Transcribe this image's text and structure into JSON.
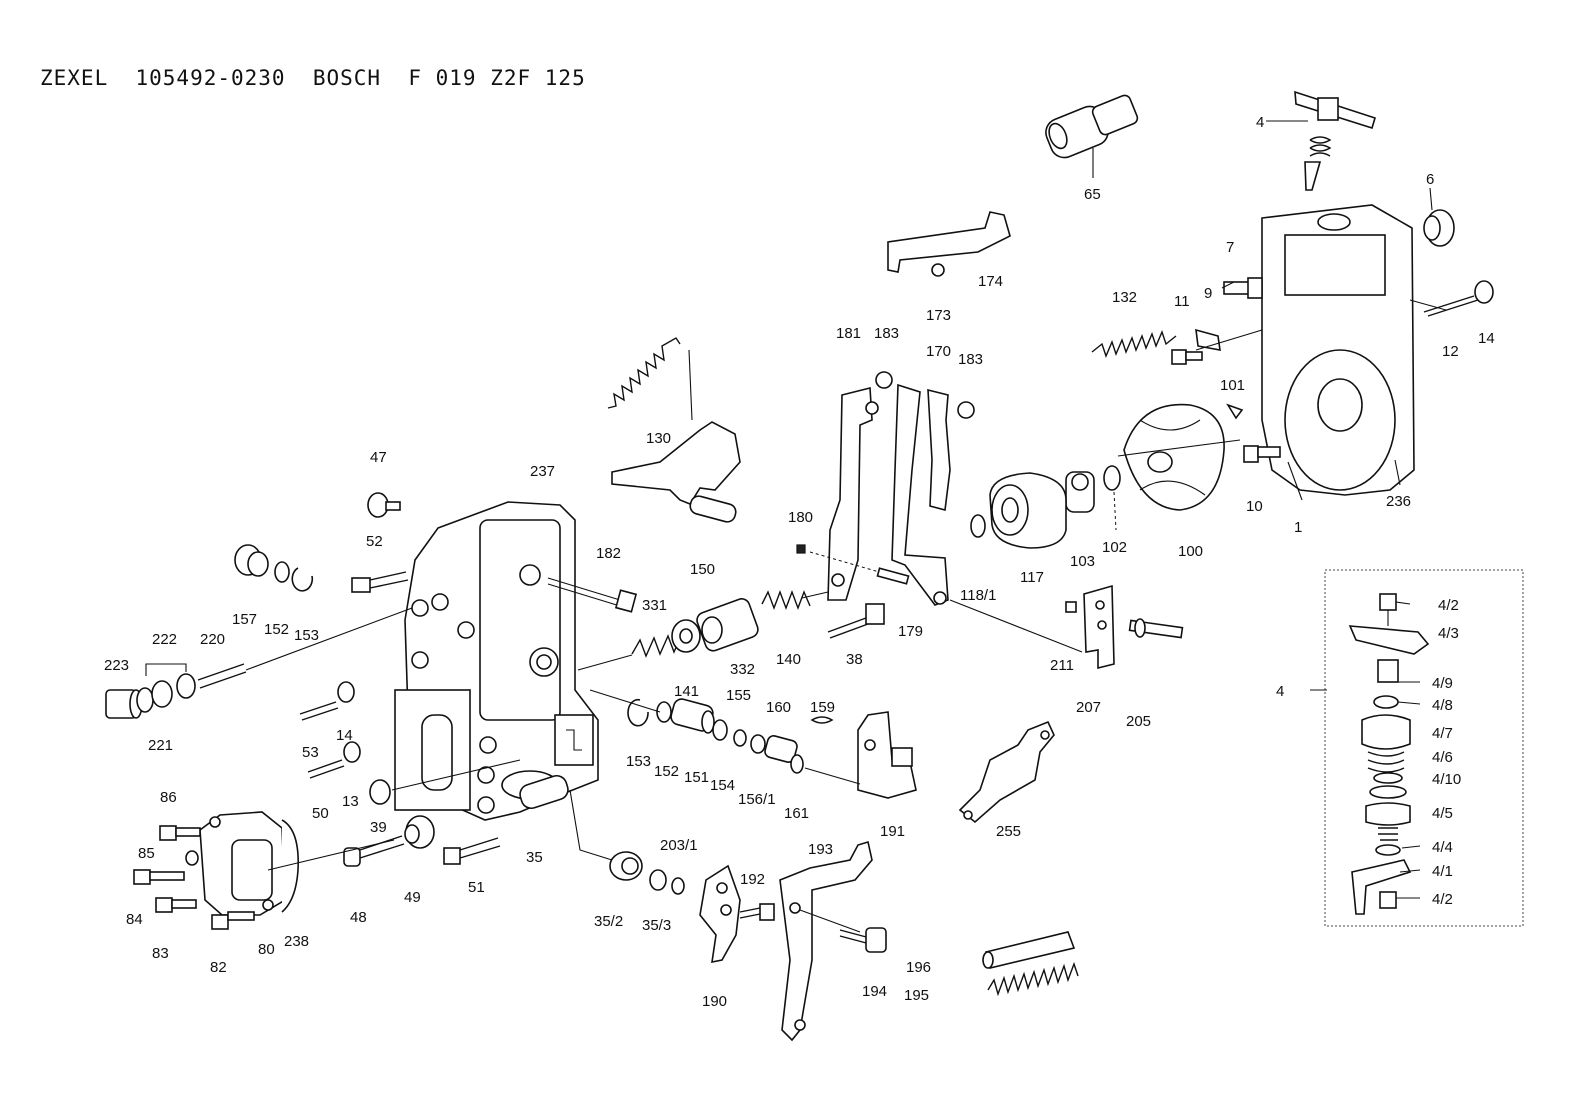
{
  "header": {
    "title": "ZEXEL  105492-0230  BOSCH  F 019 Z2F 125"
  },
  "labels": {
    "p1": "1",
    "p4": "4",
    "p6": "6",
    "p7": "7",
    "p9": "9",
    "p10": "10",
    "p11": "11",
    "p12": "12",
    "p13": "13",
    "p14a": "14",
    "p14b": "14",
    "p35": "35",
    "p35_2": "35/2",
    "p35_3": "35/3",
    "p38": "38",
    "p39": "39",
    "p47": "47",
    "p48": "48",
    "p49": "49",
    "p50": "50",
    "p51": "51",
    "p52": "52",
    "p53": "53",
    "p65": "65",
    "p80": "80",
    "p82": "82",
    "p83": "83",
    "p84": "84",
    "p85": "85",
    "p86": "86",
    "p100": "100",
    "p101": "101",
    "p102": "102",
    "p103": "103",
    "p117": "117",
    "p118_1": "118/1",
    "p130": "130",
    "p132": "132",
    "p140": "140",
    "p141": "141",
    "p150": "150",
    "p151": "151",
    "p152a": "152",
    "p152b": "152",
    "p153a": "153",
    "p153b": "153",
    "p154": "154",
    "p155": "155",
    "p156_1": "156/1",
    "p157": "157",
    "p159": "159",
    "p160": "160",
    "p161": "161",
    "p170": "170",
    "p173": "173",
    "p174": "174",
    "p179": "179",
    "p180": "180",
    "p181": "181",
    "p182": "182",
    "p183a": "183",
    "p183b": "183",
    "p190": "190",
    "p191": "191",
    "p192": "192",
    "p193": "193",
    "p194": "194",
    "p195": "195",
    "p196": "196",
    "p203_1": "203/1",
    "p205": "205",
    "p207": "207",
    "p211": "211",
    "p220": "220",
    "p221": "221",
    "p222": "222",
    "p223": "223",
    "p236": "236",
    "p237": "237",
    "p238": "238",
    "p255": "255",
    "p331": "331",
    "p332": "332",
    "d4": "4",
    "d4_2a": "4/2",
    "d4_3": "4/3",
    "d4_9": "4/9",
    "d4_8": "4/8",
    "d4_7": "4/7",
    "d4_6": "4/6",
    "d4_10": "4/10",
    "d4_5": "4/5",
    "d4_4": "4/4",
    "d4_1": "4/1",
    "d4_2b": "4/2"
  }
}
